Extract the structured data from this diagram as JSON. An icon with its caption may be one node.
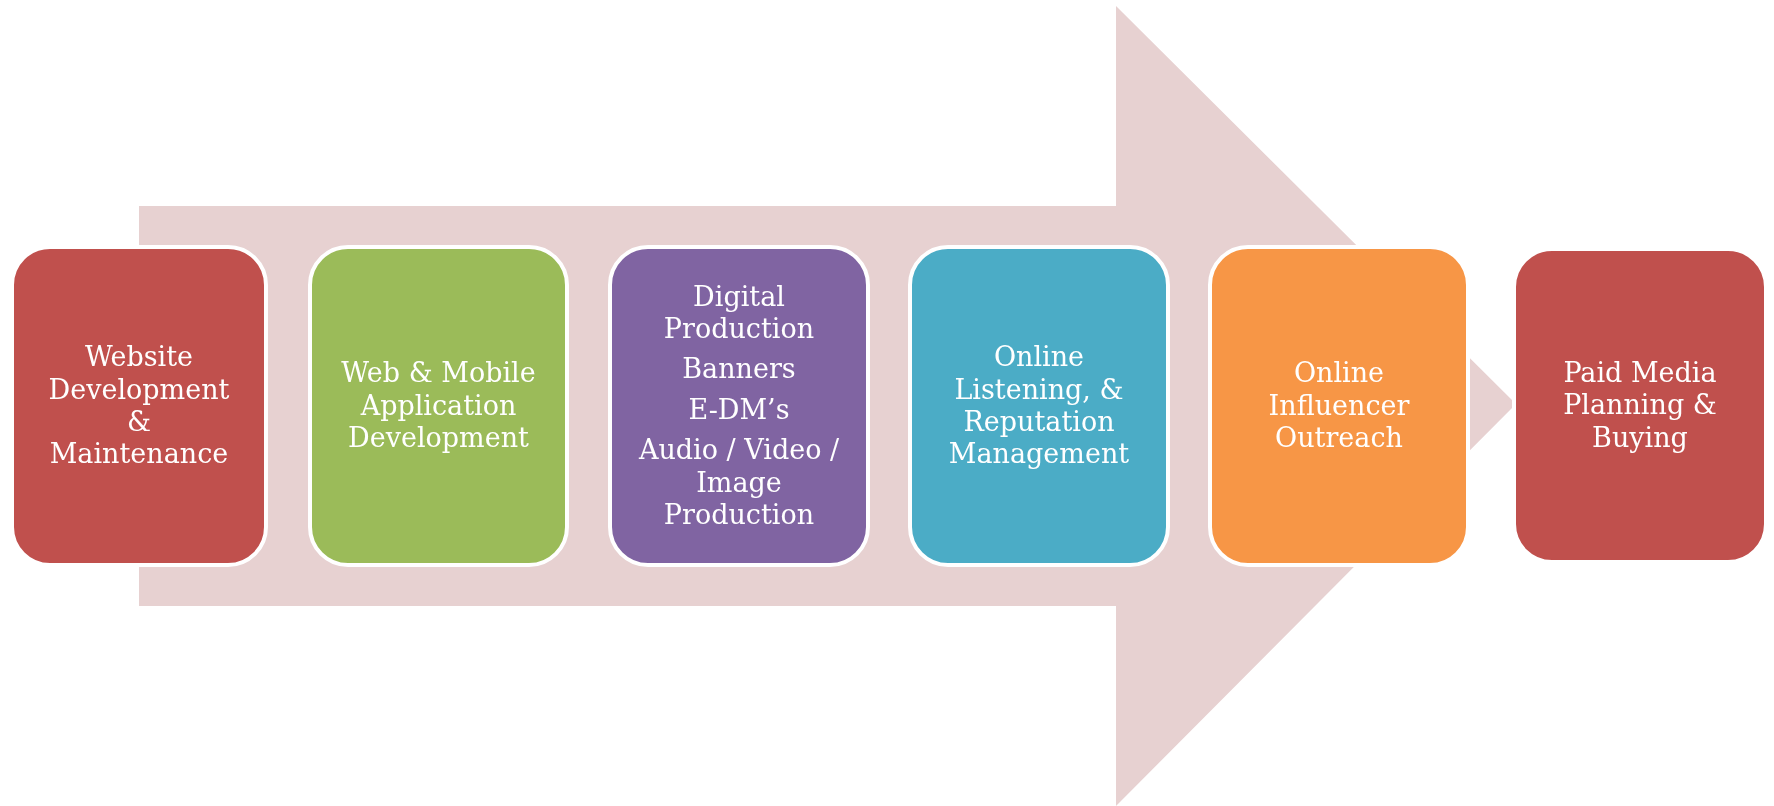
{
  "diagram": {
    "nodes": [
      {
        "text": [
          "Website Development & Maintenance"
        ]
      },
      {
        "text": [
          "Web & Mobile Application Development"
        ]
      },
      {
        "text": [
          "Digital Production",
          "Banners",
          "E-DM’s",
          "Audio / Video / Image Production"
        ]
      },
      {
        "text": [
          "Online Listening, & Reputation Management"
        ]
      },
      {
        "text": [
          "Online Influencer Outreach"
        ]
      },
      {
        "text": [
          "Paid Media Planning & Buying"
        ]
      }
    ],
    "edges": [
      {
        "from": 0,
        "to": 5,
        "arrow": "to"
      }
    ]
  }
}
